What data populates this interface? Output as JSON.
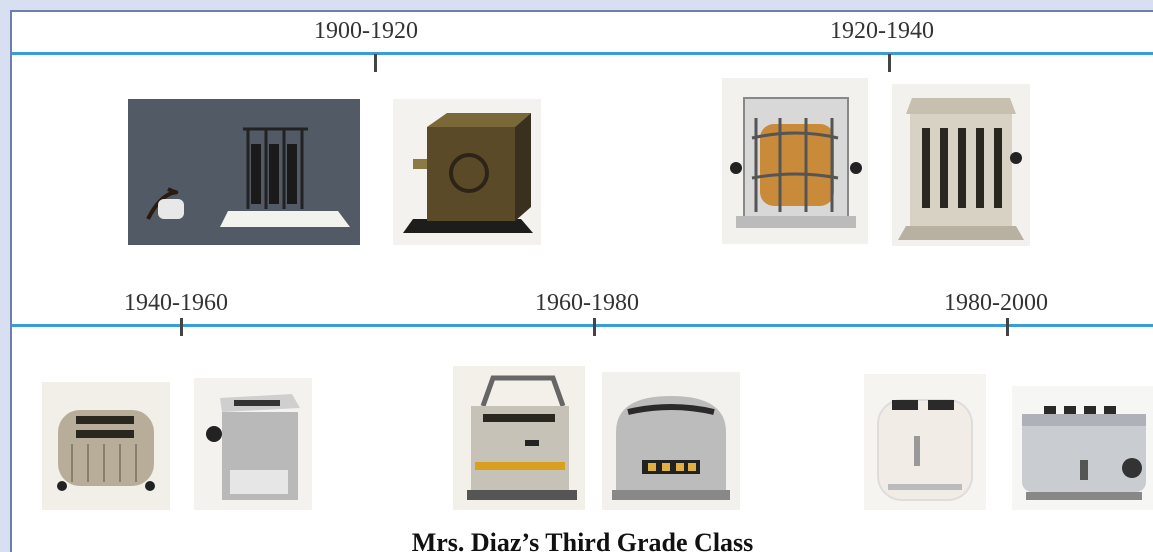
{
  "eras": {
    "e1900": "1900-1920",
    "e1920": "1920-1940",
    "e1940": "1940-1960",
    "e1960": "1960-1980",
    "e1980": "1980-2000"
  },
  "caption": "Mrs. Diaz’s Third Grade Class",
  "colors": {
    "timeline": "#3a9ed6",
    "border": "#6b7fb0"
  }
}
